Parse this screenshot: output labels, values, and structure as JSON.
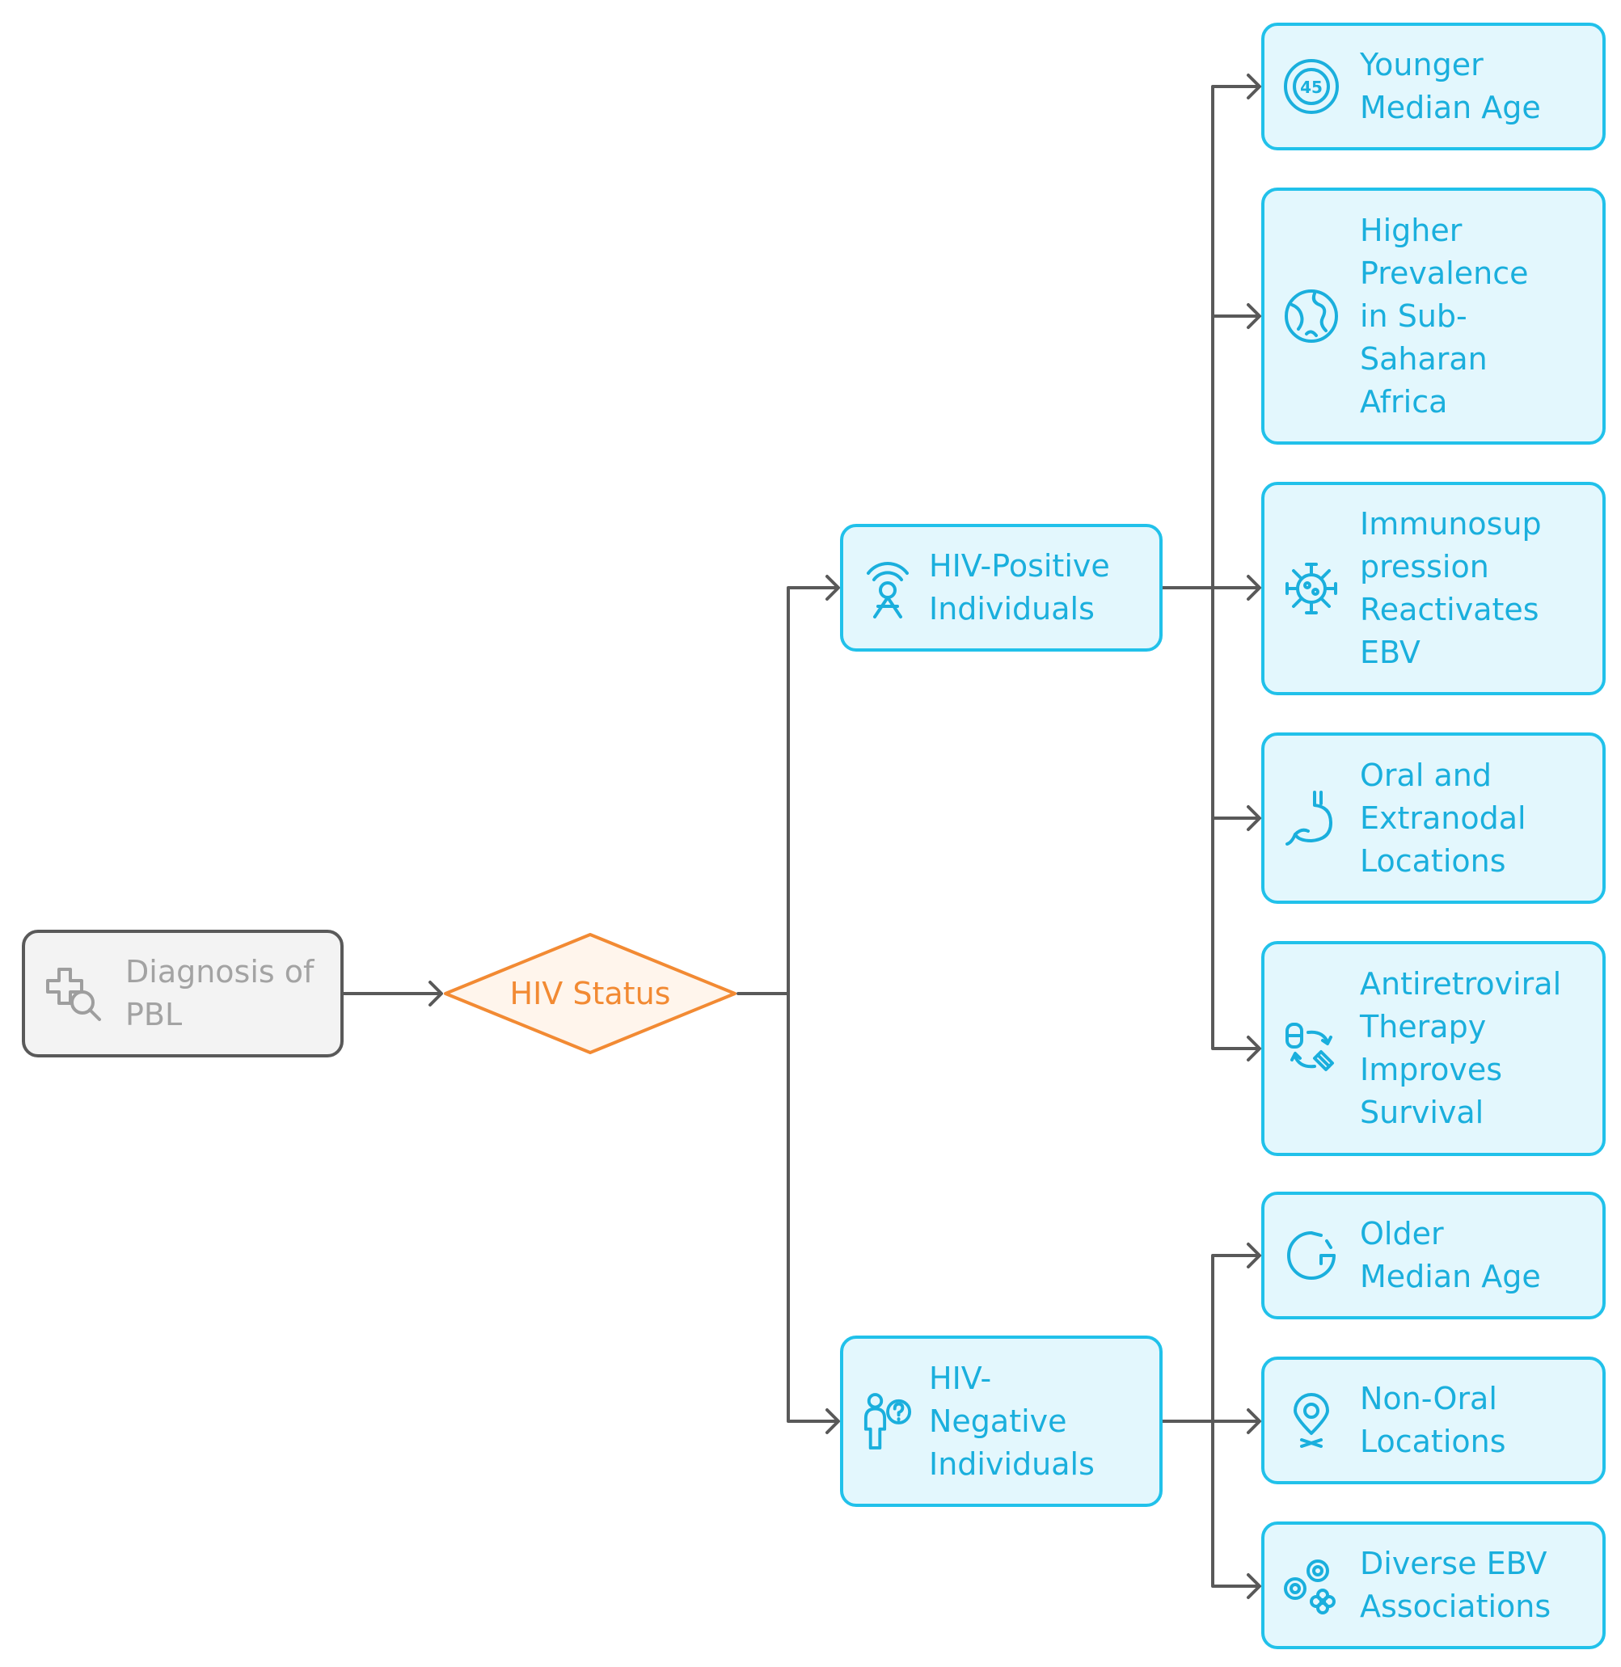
{
  "root": {
    "label": "Diagnosis of\nPBL",
    "icon": "medical-search-icon"
  },
  "decision": {
    "label": "HIV Status"
  },
  "branches": [
    {
      "label": "HIV-Positive\nIndividuals",
      "icon": "medical-scanner-icon"
    },
    {
      "label": "HIV-\nNegative\nIndividuals",
      "icon": "person-question-icon"
    }
  ],
  "outcomes": [
    {
      "label": "Younger\nMedian Age",
      "icon": "age-45-icon"
    },
    {
      "label": "Higher\nPrevalence\nin Sub-\nSaharan\nAfrica",
      "icon": "globe-icon"
    },
    {
      "label": "Immunosup\npression\nReactivates\nEBV",
      "icon": "virus-icon"
    },
    {
      "label": "Oral and\nExtranodal\nLocations",
      "icon": "stomach-icon"
    },
    {
      "label": "Antiretroviral\nTherapy\nImproves\nSurvival",
      "icon": "medication-cycle-icon"
    },
    {
      "label": "Older\nMedian Age",
      "icon": "clock-icon"
    },
    {
      "label": "Non-Oral\nLocations",
      "icon": "location-pin-icon"
    },
    {
      "label": "Diverse EBV\nAssociations",
      "icon": "cells-cluster-icon"
    }
  ],
  "colors": {
    "accent_blue": "#21c1ea",
    "blue_fill": "#e3f7fd",
    "decision_orange": "#f28a33",
    "decision_fill": "#fff5ec",
    "root_fill": "#f3f3f3",
    "root_text": "#a3a3a3",
    "connector": "#595959"
  }
}
